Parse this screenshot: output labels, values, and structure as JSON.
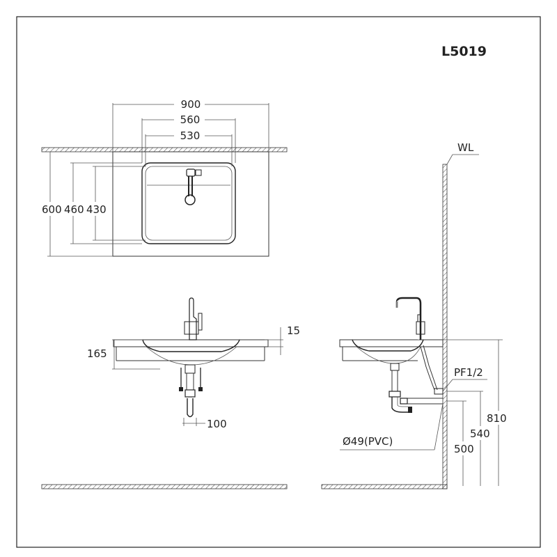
{
  "model": "L5019",
  "wall_label": "WL",
  "top_view": {
    "width_overall": "900",
    "width_basin_outer": "560",
    "width_basin_inner": "530",
    "depth_overall": "600",
    "depth_basin_outer": "460",
    "depth_basin_inner": "430"
  },
  "front_view": {
    "rim_thickness": "15",
    "basin_depth": "165",
    "drain_spacing": "100"
  },
  "side_view": {
    "supply_fitting": "PF1/2",
    "drain_pipe": "Ø49(PVC)",
    "counter_height": "810",
    "supply_height": "540",
    "drain_height": "500"
  }
}
